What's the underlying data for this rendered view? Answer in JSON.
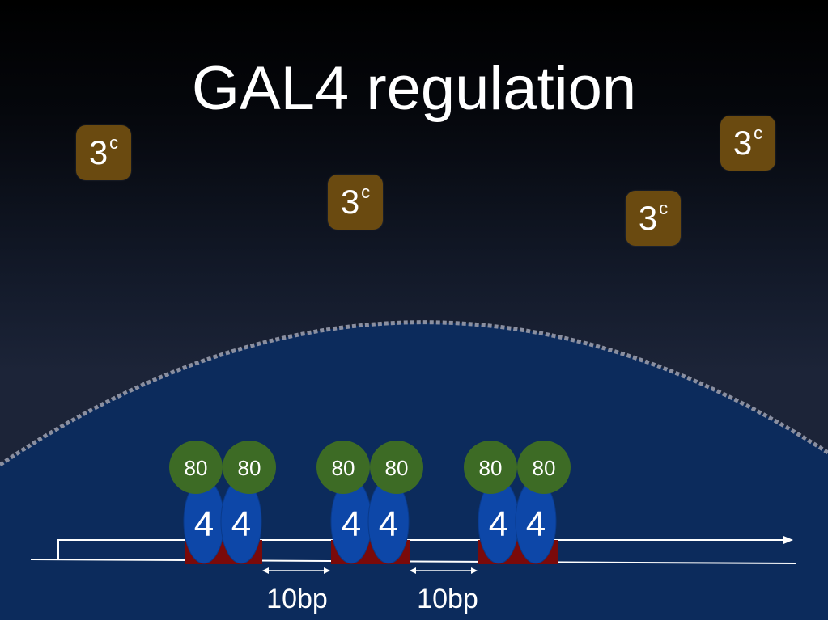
{
  "title": "GAL4 regulation",
  "colors": {
    "nucleus_fill": "#0c2b5c",
    "gal3_box": "#6a4a10",
    "gal80_circle": "#3d6b25",
    "gal4_oval": "#0d47a8",
    "binding_site": "#7a0a0a"
  },
  "gal3": [
    {
      "number": "3",
      "superscript": "c"
    },
    {
      "number": "3",
      "superscript": "c"
    },
    {
      "number": "3",
      "superscript": "c"
    },
    {
      "number": "3",
      "superscript": "c"
    }
  ],
  "complexes": [
    {
      "gal80_left": "80",
      "gal80_right": "80",
      "gal4_left": "4",
      "gal4_right": "4"
    },
    {
      "gal80_left": "80",
      "gal80_right": "80",
      "gal4_left": "4",
      "gal4_right": "4"
    },
    {
      "gal80_left": "80",
      "gal80_right": "80",
      "gal4_left": "4",
      "gal4_right": "4"
    }
  ],
  "spacers": [
    {
      "label": "10bp"
    },
    {
      "label": "10bp"
    }
  ]
}
